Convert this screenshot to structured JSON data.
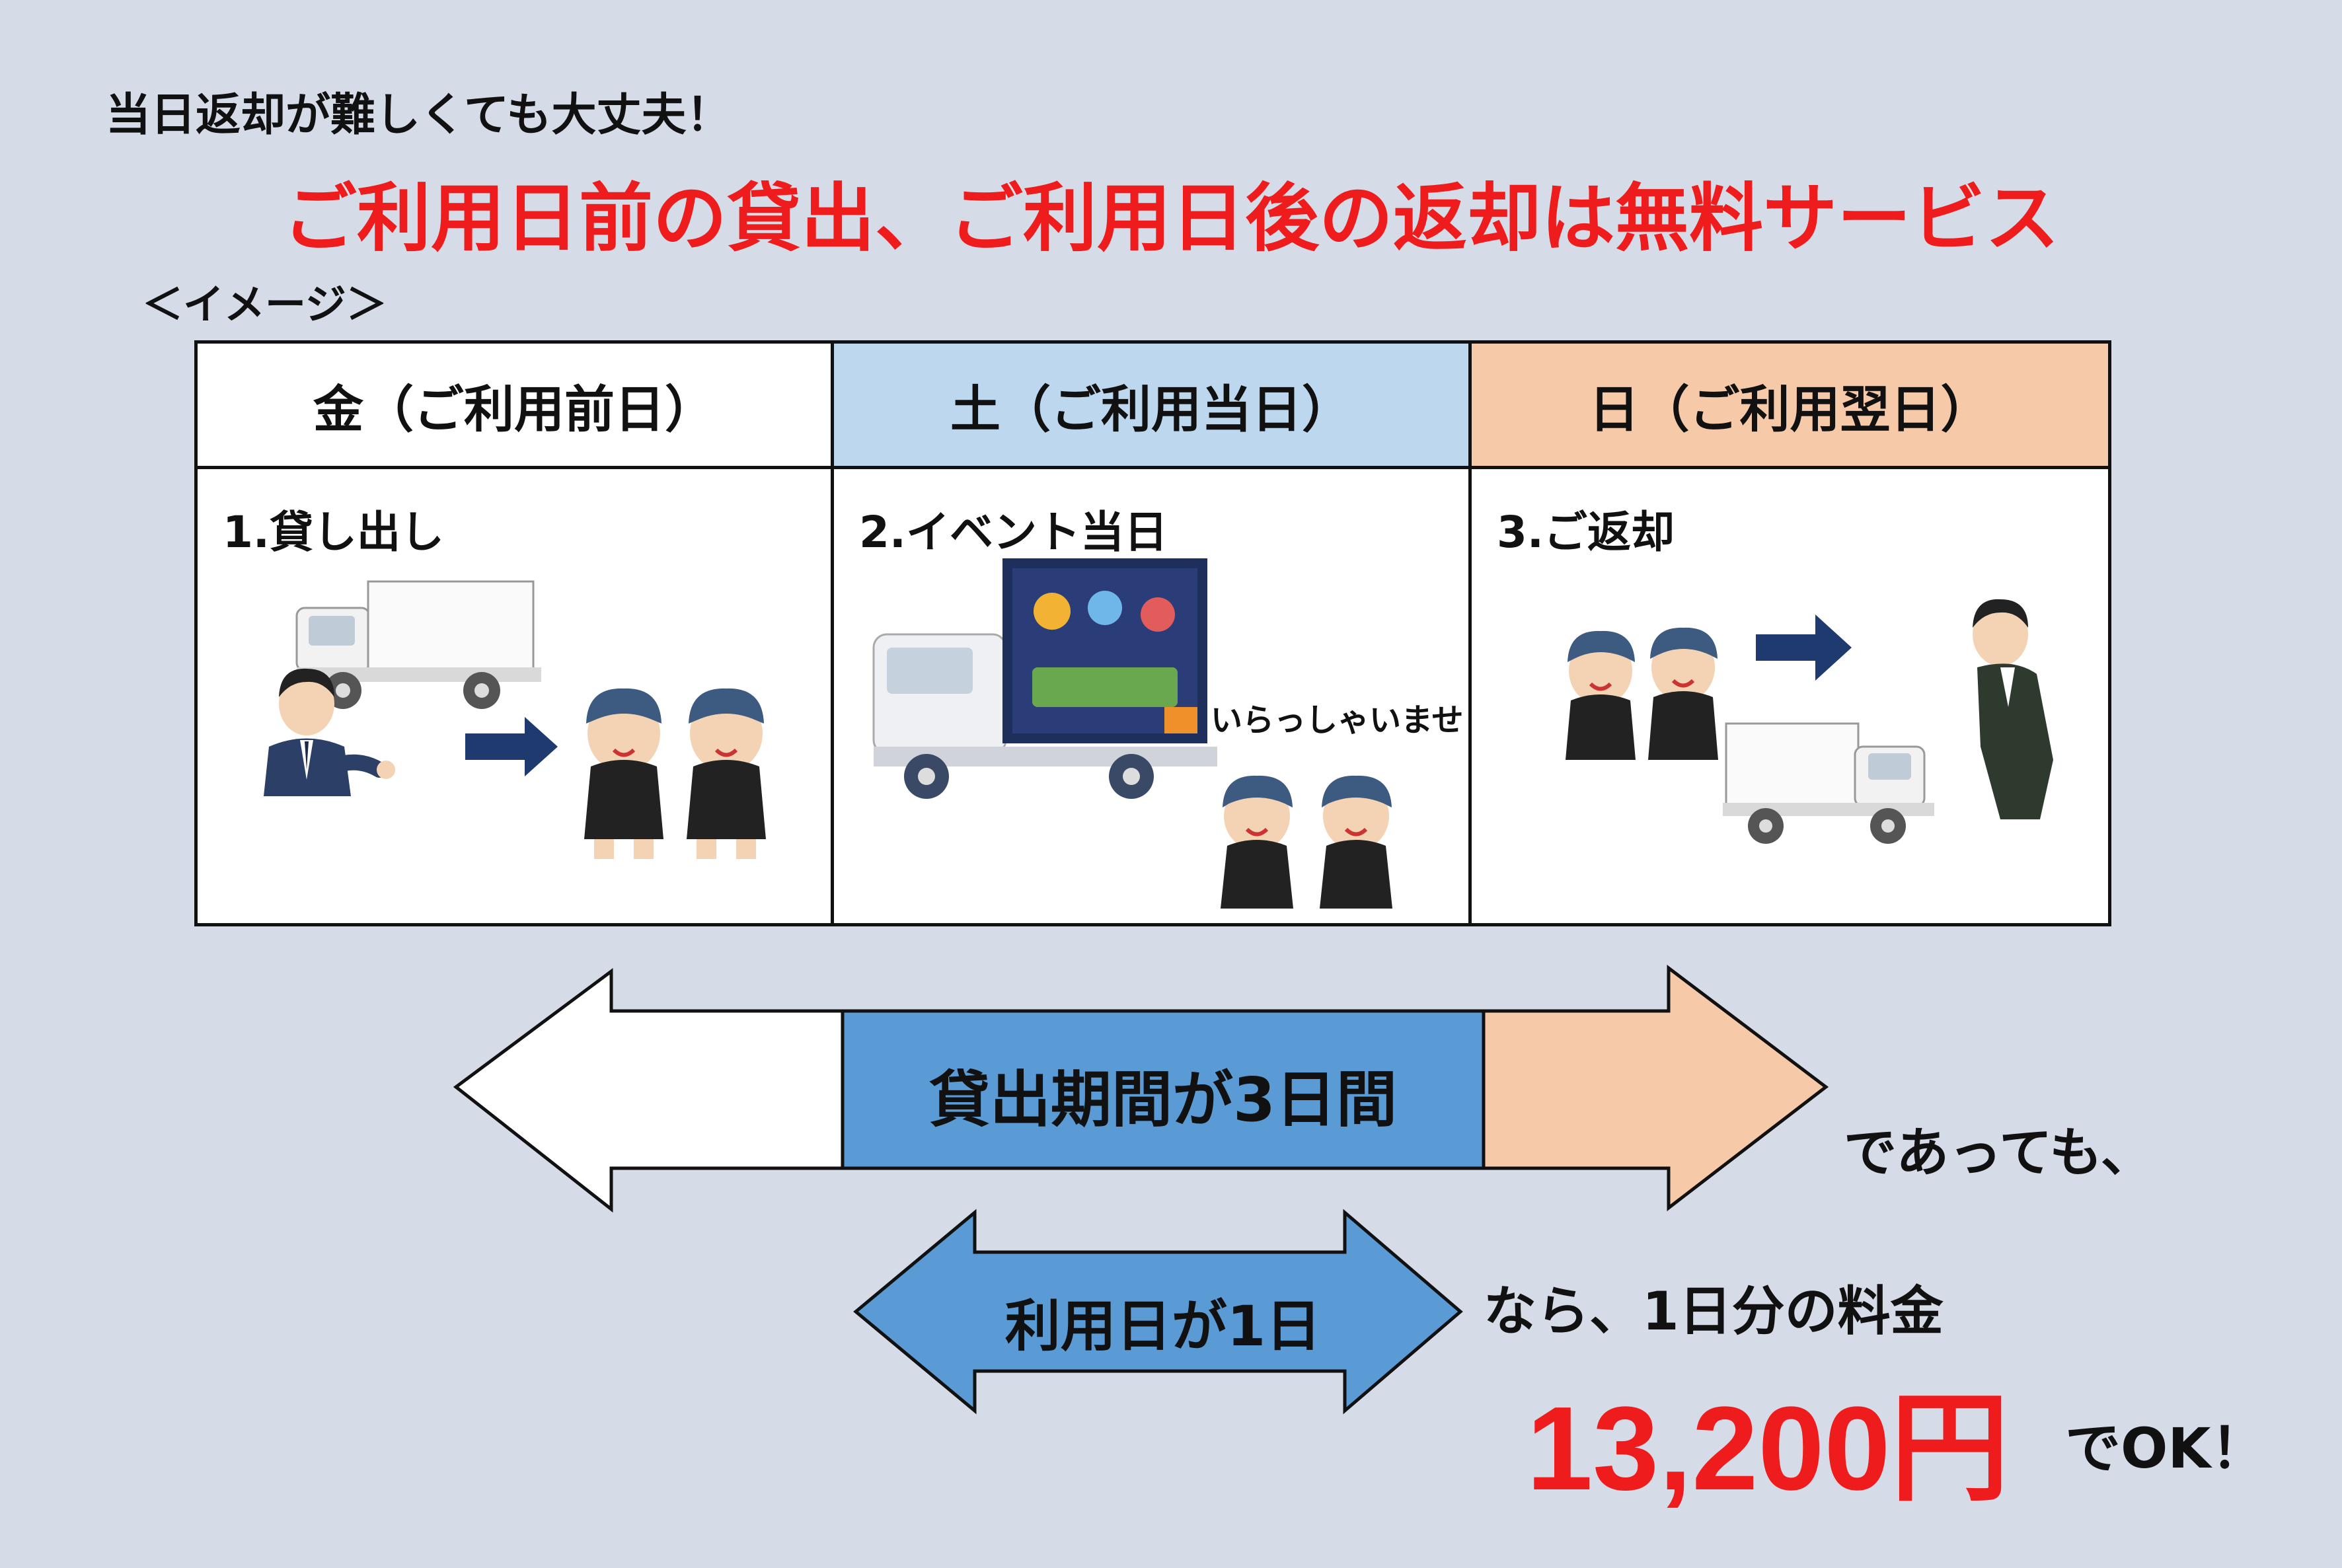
{
  "subtitle": "当日返却が難しくても大丈夫！",
  "headline": "ご利用日前の貸出、ご利用日後の返却は無料サービス",
  "image_label": "＜イメージ＞",
  "columns": [
    {
      "header": "金（ご利用前日）",
      "step": "1.貸し出し",
      "header_color": "#ffffff"
    },
    {
      "header": "土（ご利用当日）",
      "step": "2.イベント当日",
      "header_color": "#bcd7ee"
    },
    {
      "header": "日（ご利用翌日）",
      "step": "3.ご返却",
      "header_color": "#f6c9a8"
    }
  ],
  "welcome_text": "いらっしゃいませ",
  "period": {
    "label": "貸出期間が3日間",
    "segment_colors": [
      "#ffffff",
      "#5a9bd5",
      "#f6c9a8"
    ]
  },
  "even_if": "であっても、",
  "usage": {
    "label": "利用日が1日",
    "color": "#5a9bd5"
  },
  "price_note": "なら、1日分の料金",
  "price": "13,200円",
  "ok": "でOK！"
}
